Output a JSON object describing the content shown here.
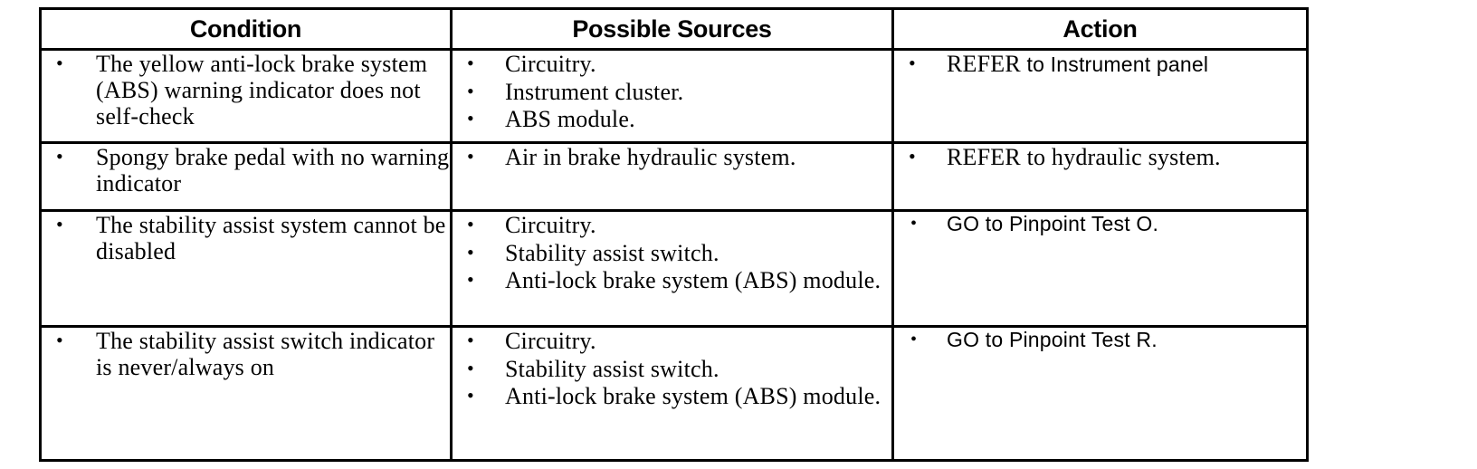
{
  "table": {
    "bullet_glyph": "•",
    "columns": [
      {
        "key": "condition",
        "header": "Condition"
      },
      {
        "key": "sources",
        "header": "Possible Sources"
      },
      {
        "key": "action",
        "header": "Action"
      }
    ],
    "rows": [
      {
        "condition": [
          "The yellow anti-lock brake system (ABS) warning indicator does not self-check"
        ],
        "sources": [
          "Circuitry.",
          "Instrument cluster.",
          "ABS module."
        ],
        "action": [
          "REFER to Instrument panel"
        ],
        "action_lead": "REFER",
        "action_tail": " to Instrument panel"
      },
      {
        "condition": [
          "Spongy brake pedal with no warning indicator"
        ],
        "sources": [
          "Air in brake hydraulic system."
        ],
        "action": [
          "REFER to hydraulic system."
        ]
      },
      {
        "condition": [
          "The stability assist system cannot be disabled"
        ],
        "sources": [
          "Circuitry.",
          "Stability assist switch.",
          "Anti-lock brake system (ABS) module."
        ],
        "action": [
          "GO to Pinpoint Test O."
        ]
      },
      {
        "condition": [
          "The stability assist switch indicator is never/always on"
        ],
        "sources": [
          "Circuitry.",
          "Stability assist switch.",
          "Anti-lock brake system (ABS) module."
        ],
        "action": [
          "GO to Pinpoint Test R."
        ]
      }
    ]
  },
  "colors": {
    "border": "#000000",
    "text": "#000000",
    "background": "#ffffff"
  }
}
